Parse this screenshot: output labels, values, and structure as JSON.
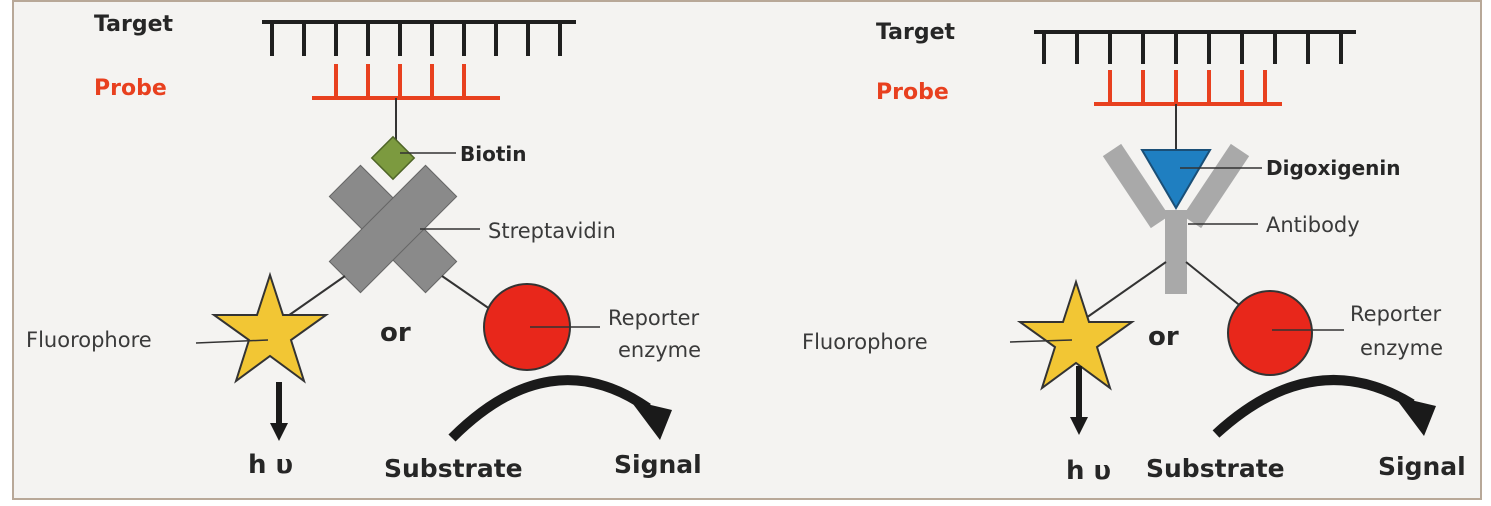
{
  "colors": {
    "background": "#f4f3f1",
    "target": "#1f1f1f",
    "probe": "#e8401f",
    "biotin": "#7c9a3f",
    "streptavidin": "#8a8a8a",
    "digoxigenin": "#1f7fc1",
    "antibody": "#a9a9a9",
    "fluorophore": "#f2c634",
    "reporter_enzyme": "#e8271b"
  },
  "left_panel": {
    "target_label": "Target",
    "probe_label": "Probe",
    "tag_label": "Biotin",
    "binder_label": "Streptavidin",
    "fluorophore_label": "Fluorophore",
    "or_label": "or",
    "reporter_label_line1": "Reporter",
    "reporter_label_line2": "enzyme",
    "emission_label": "h υ",
    "substrate_label": "Substrate",
    "signal_label": "Signal"
  },
  "right_panel": {
    "target_label": "Target",
    "probe_label": "Probe",
    "tag_label": "Digoxigenin",
    "binder_label": "Antibody",
    "fluorophore_label": "Fluorophore",
    "or_label": "or",
    "reporter_label_line1": "Reporter",
    "reporter_label_line2": "enzyme",
    "emission_label": "h υ",
    "substrate_label": "Substrate",
    "signal_label": "Signal"
  }
}
